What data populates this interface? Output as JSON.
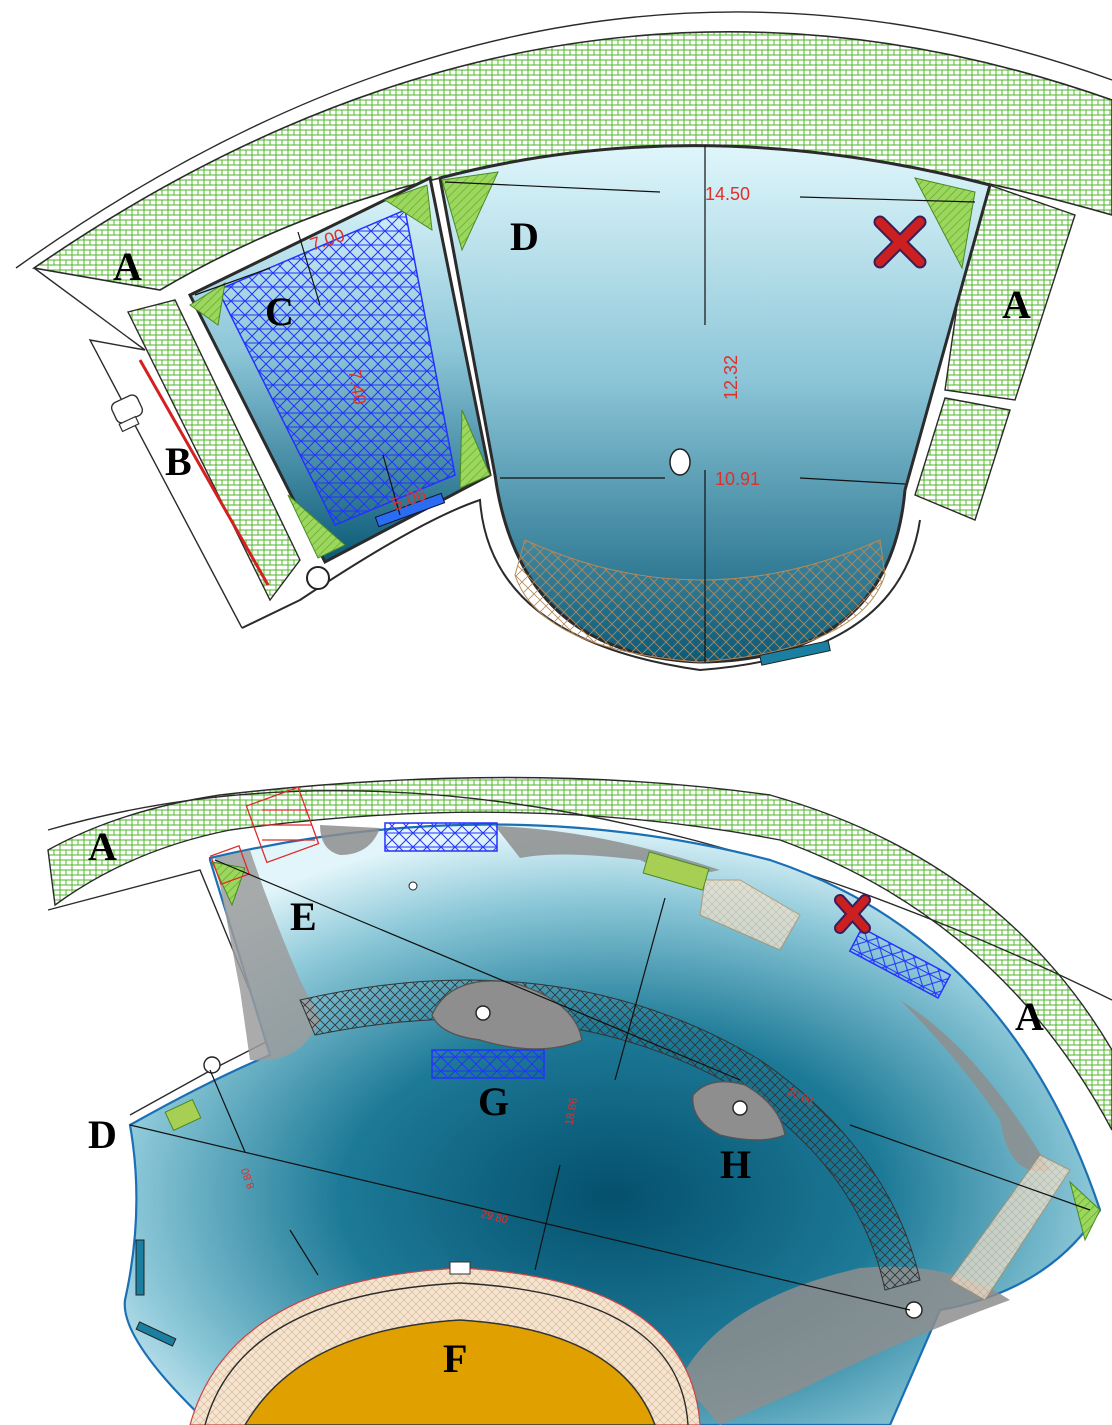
{
  "colors": {
    "planting": "#7fd04a",
    "water_light": "#dff6fb",
    "water_deep": "#0a5a78",
    "blue_grid": "#2432ff",
    "rock": "#8e8e8e",
    "stage": "#e0a100",
    "dimension_text": "#e0302a",
    "close_mark": "#cc1f1f"
  },
  "top_plan": {
    "labels": {
      "a_left": "A",
      "a_right": "A",
      "b": "B",
      "c": "C",
      "d": "D"
    },
    "dimensions": {
      "width_top": "14.50",
      "depth_center": "12.32",
      "width_mid": "10.91",
      "small_pool_width": "7.00",
      "small_pool_length": "7.40",
      "small_pool_bottom": "5.06"
    },
    "icons": [
      "x-mark-icon",
      "drain-icon",
      "toilet-icon"
    ]
  },
  "bottom_plan": {
    "labels": {
      "a_left": "A",
      "a_right": "A",
      "d": "D",
      "e": "E",
      "f": "F",
      "g": "G",
      "h": "H"
    },
    "dimensions": {
      "diagonal_long": "36.06",
      "span_center": "29.80",
      "radial_left": "8.80",
      "radial_center": "18.86"
    },
    "icons": [
      "x-mark-icon",
      "drain-icon"
    ]
  }
}
